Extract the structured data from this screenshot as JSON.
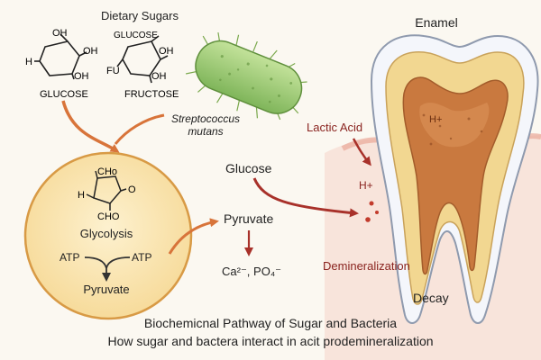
{
  "dietary_sugars": {
    "heading": "Dietary Sugars",
    "glucose": {
      "oh_top": "OH",
      "h_left": "H",
      "oh_right": "OH",
      "oh_bottom": "OH",
      "label": "GLUCOSE"
    },
    "fructose": {
      "top_label": "GLUCOSE",
      "fu_left": "FU",
      "oh_right": "OH",
      "oh_bottom": "OH",
      "label": "FRUCTOSE"
    }
  },
  "bacterium": {
    "label_line1": "Streptococcus",
    "label_line2": "mutans"
  },
  "glycolysis_circle": {
    "cho_top": "CHo",
    "h_left": "H",
    "o_right": "O",
    "cho_bottom": "CHO",
    "title": "Glycolysis",
    "atp_left": "ATP",
    "atp_right": "ATP",
    "product": "Pyruvate"
  },
  "pathway": {
    "glucose": "Glucose",
    "pyruvate": "Pyruvate",
    "ions": "Ca²⁻, PO₄⁻"
  },
  "tooth": {
    "enamel": "Enamel",
    "lactic_acid": "Lactic Acid",
    "h_plus_pulp": "H+",
    "h_plus_acid": "H+",
    "demineralization": "Demineralization",
    "decay": "Decay"
  },
  "caption": {
    "title": "Biochemicnal Pathway of Sugar and Bacteria",
    "subtitle": "How sugar and bactera interact in acit prodemineralization"
  },
  "colors": {
    "arrow_orange": "#d8743a",
    "arrow_red": "#a8312a",
    "circle_fill": "#fbe7b8",
    "circle_stroke": "#d89a45",
    "bacterium_green": "#9ccb72",
    "enamel": "#f4f6fb",
    "dentin": "#f2d791",
    "pulp": "#c9793f",
    "gum": "#f0b3a6"
  }
}
